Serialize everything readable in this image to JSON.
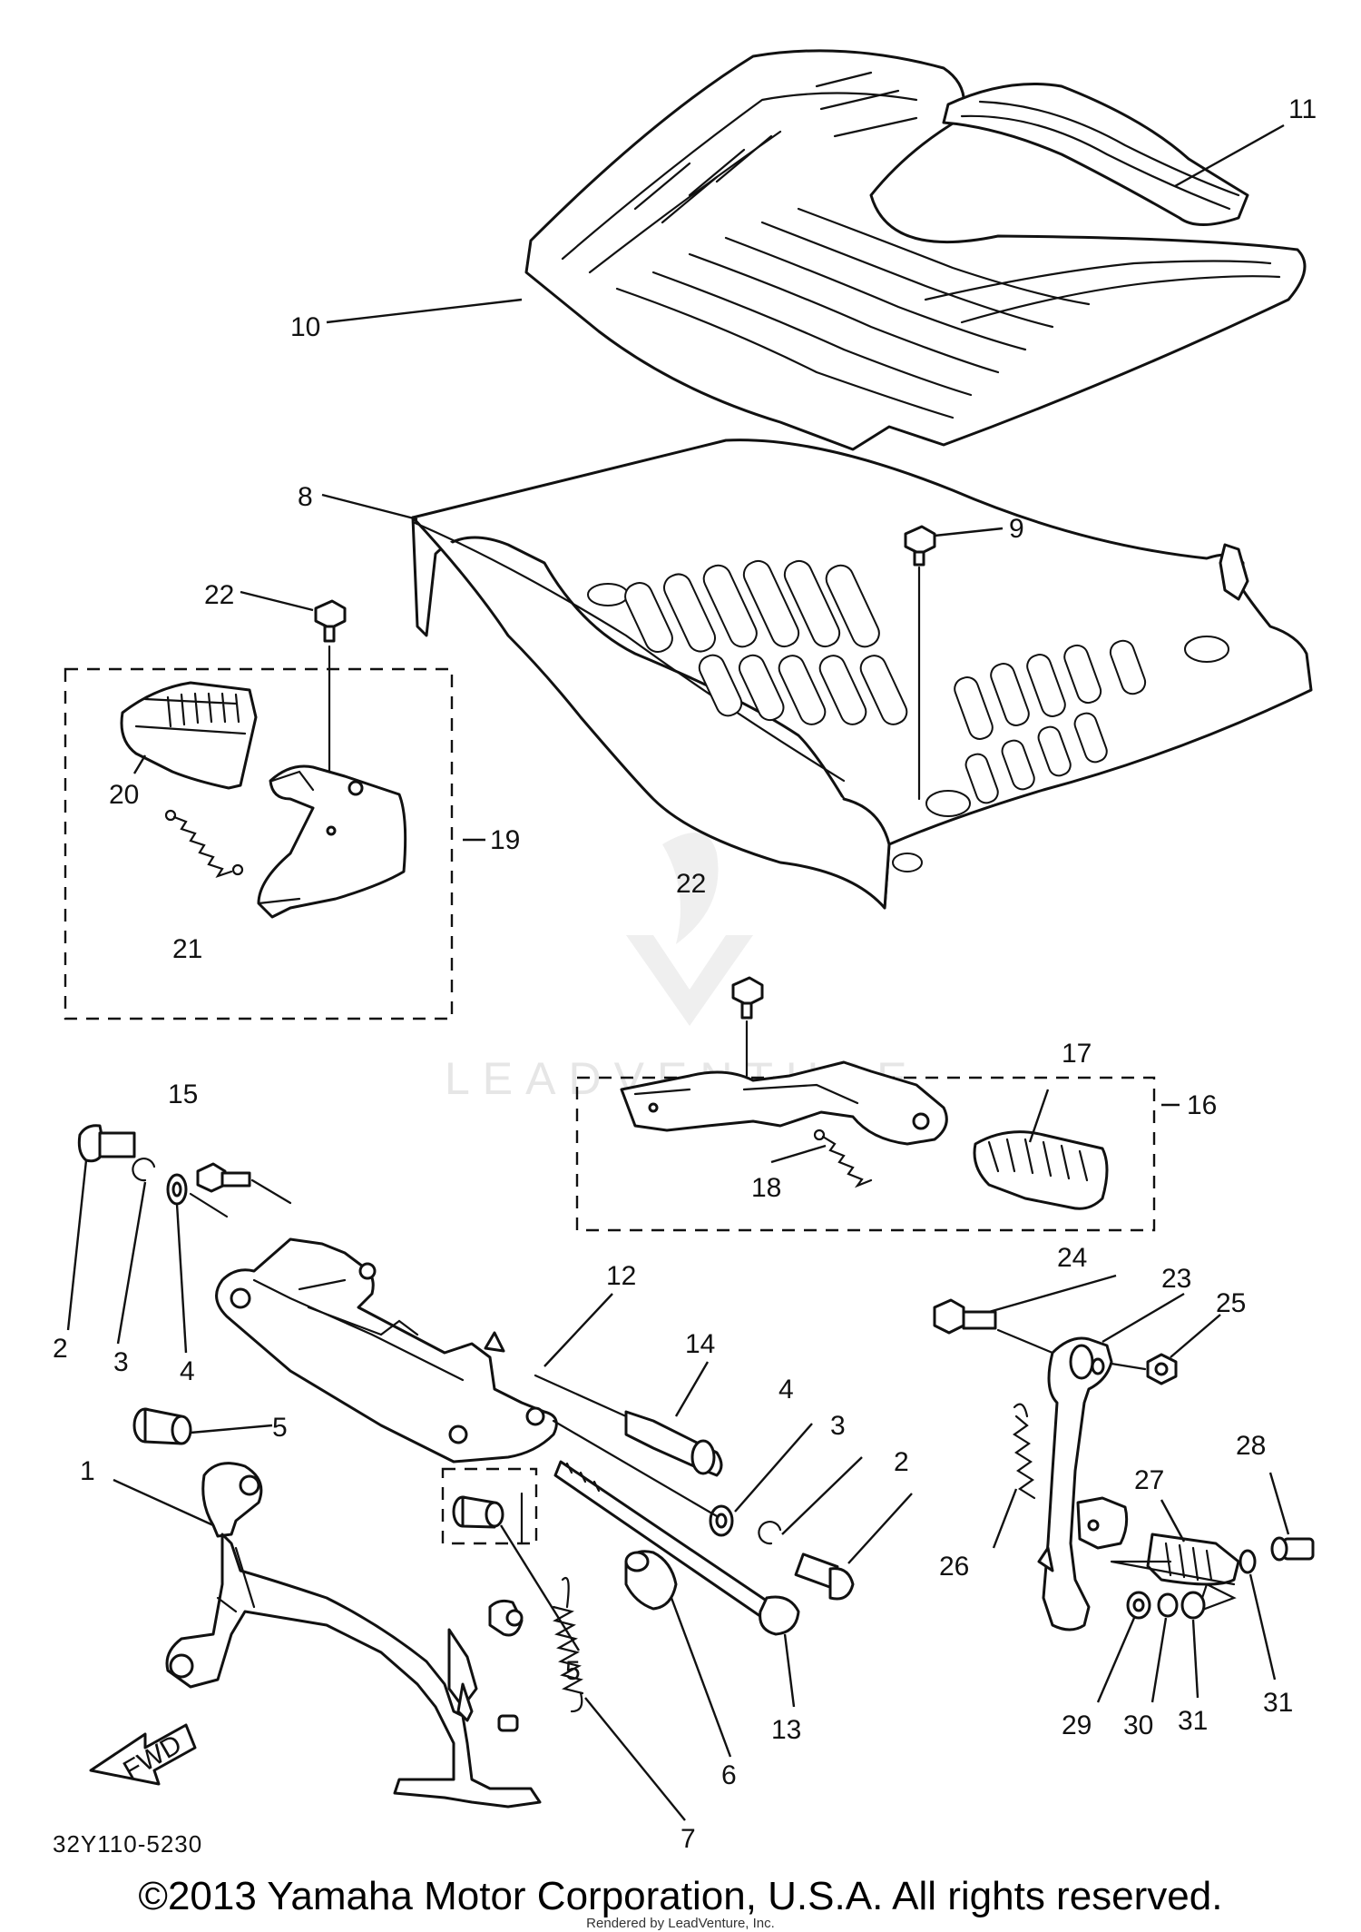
{
  "watermark": "LEADVENTURE",
  "diagram_code": "32Y110-5230",
  "fwd_label": "FWD",
  "callouts": {
    "c1": "1",
    "c2a": "2",
    "c2b": "2",
    "c3a": "3",
    "c3b": "3",
    "c4a": "4",
    "c4b": "4",
    "c5a": "5",
    "c5b": "5",
    "c6": "6",
    "c7": "7",
    "c8": "8",
    "c9": "9",
    "c10": "10",
    "c11": "11",
    "c12": "12",
    "c13": "13",
    "c14": "14",
    "c15": "15",
    "c16": "16",
    "c17": "17",
    "c18": "18",
    "c19": "19",
    "c20": "20",
    "c21": "21",
    "c22a": "22",
    "c22b": "22",
    "c23": "23",
    "c24": "24",
    "c25": "25",
    "c26": "26",
    "c27": "27",
    "c28": "28",
    "c29": "29",
    "c30": "30",
    "c31a": "31",
    "c31b": "31"
  },
  "footer": {
    "copyright": "©2013 Yamaha Motor Corporation, U.S.A. All rights reserved.",
    "rendered_by": "Rendered by LeadVenture, Inc."
  }
}
